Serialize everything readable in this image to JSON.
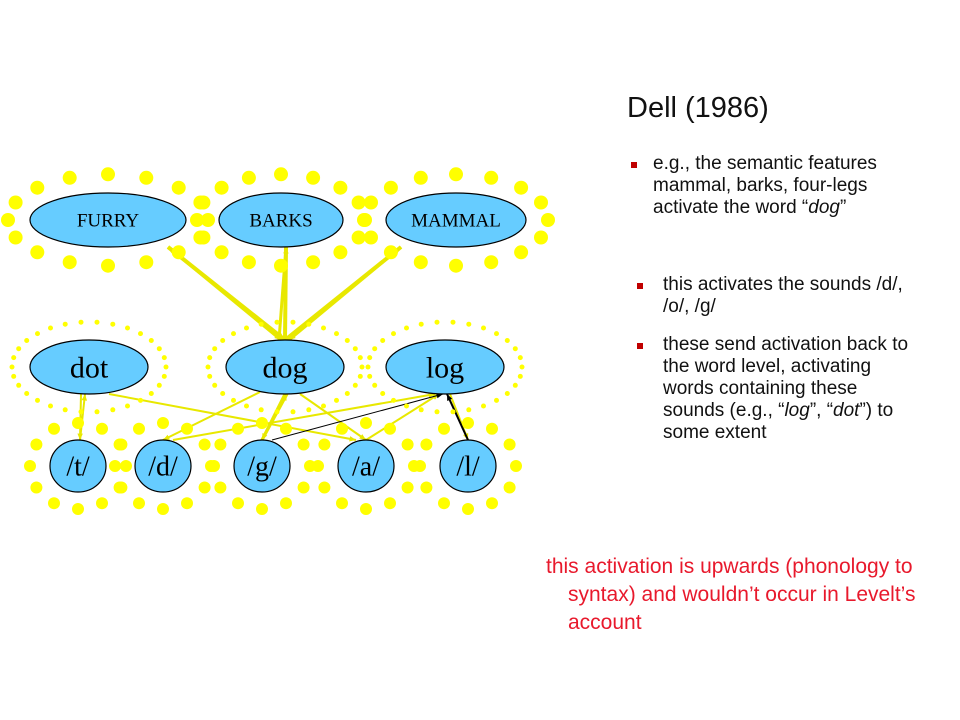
{
  "title": "Dell (1986)",
  "nodes": {
    "features": [
      {
        "id": "furry",
        "label": "FURRY"
      },
      {
        "id": "barks",
        "label": "BARKS"
      },
      {
        "id": "mammal",
        "label": "MAMMAL"
      }
    ],
    "words": [
      {
        "id": "dot",
        "label": "dot"
      },
      {
        "id": "dog",
        "label": "dog"
      },
      {
        "id": "log",
        "label": "log"
      }
    ],
    "sounds": [
      {
        "id": "t",
        "label": "/t/"
      },
      {
        "id": "d",
        "label": "/d/"
      },
      {
        "id": "g",
        "label": "/g/"
      },
      {
        "id": "a",
        "label": "/a/"
      },
      {
        "id": "l",
        "label": "/l/"
      }
    ]
  },
  "colors": {
    "node_fill": "#66ccff",
    "activation_dot": "#ffff00",
    "connection": "#e8e800",
    "bullet_marker": "#c00000",
    "footer_text": "#e8192c"
  },
  "bullets": [
    {
      "parts": [
        {
          "text": "e.g., the semantic features mammal, barks, four-legs activate the word “",
          "italic": false
        },
        {
          "text": "dog",
          "italic": true
        },
        {
          "text": "”",
          "italic": false
        }
      ]
    },
    {
      "parts": [
        {
          "text": "this activates the sounds /d/, /o/, /g/",
          "italic": false
        }
      ]
    },
    {
      "parts": [
        {
          "text": "these send activation back to the word level, activating words containing these sounds (e.g., “",
          "italic": false
        },
        {
          "text": "log",
          "italic": true
        },
        {
          "text": "”, “",
          "italic": false
        },
        {
          "text": "dot",
          "italic": true
        },
        {
          "text": "”) to some extent",
          "italic": false
        }
      ]
    }
  ],
  "footer": "this activation is upwards (phonology to syntax) and wouldn’t occur in Levelt’s account"
}
